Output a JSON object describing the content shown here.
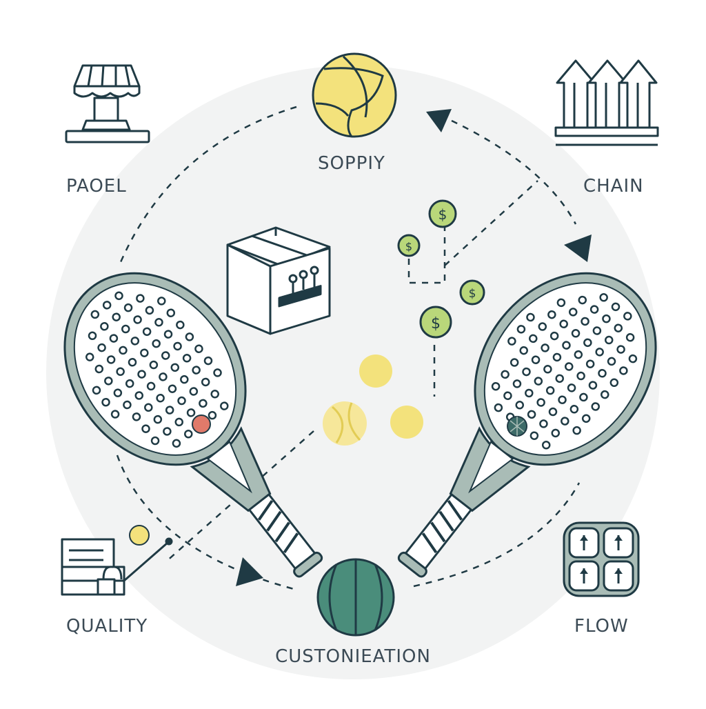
{
  "labels": {
    "top": "SOPPIY",
    "top_left": "PAOEL",
    "top_right": "CHAIN",
    "bottom_left": "QUALITY",
    "bottom": "CUSTONIEATION",
    "bottom_right": "FLOW"
  },
  "currency_symbol": "$",
  "icons": [
    "shop-stand-icon",
    "tennis-ball-icon",
    "arrows-chain-icon",
    "package-box-icon",
    "coin-icon",
    "padel-racket-icon",
    "quality-docs-icon",
    "teal-ball-icon",
    "flow-grid-icon"
  ],
  "colors": {
    "ink": "#1f3a44",
    "racket_frame": "#a9bcb6",
    "yellow_ball": "#f3e27c",
    "teal_ball": "#4a8d7b",
    "coin": "#b9d77a",
    "red_dot": "#e07a6a",
    "background_disc": "#f2f3f3"
  }
}
